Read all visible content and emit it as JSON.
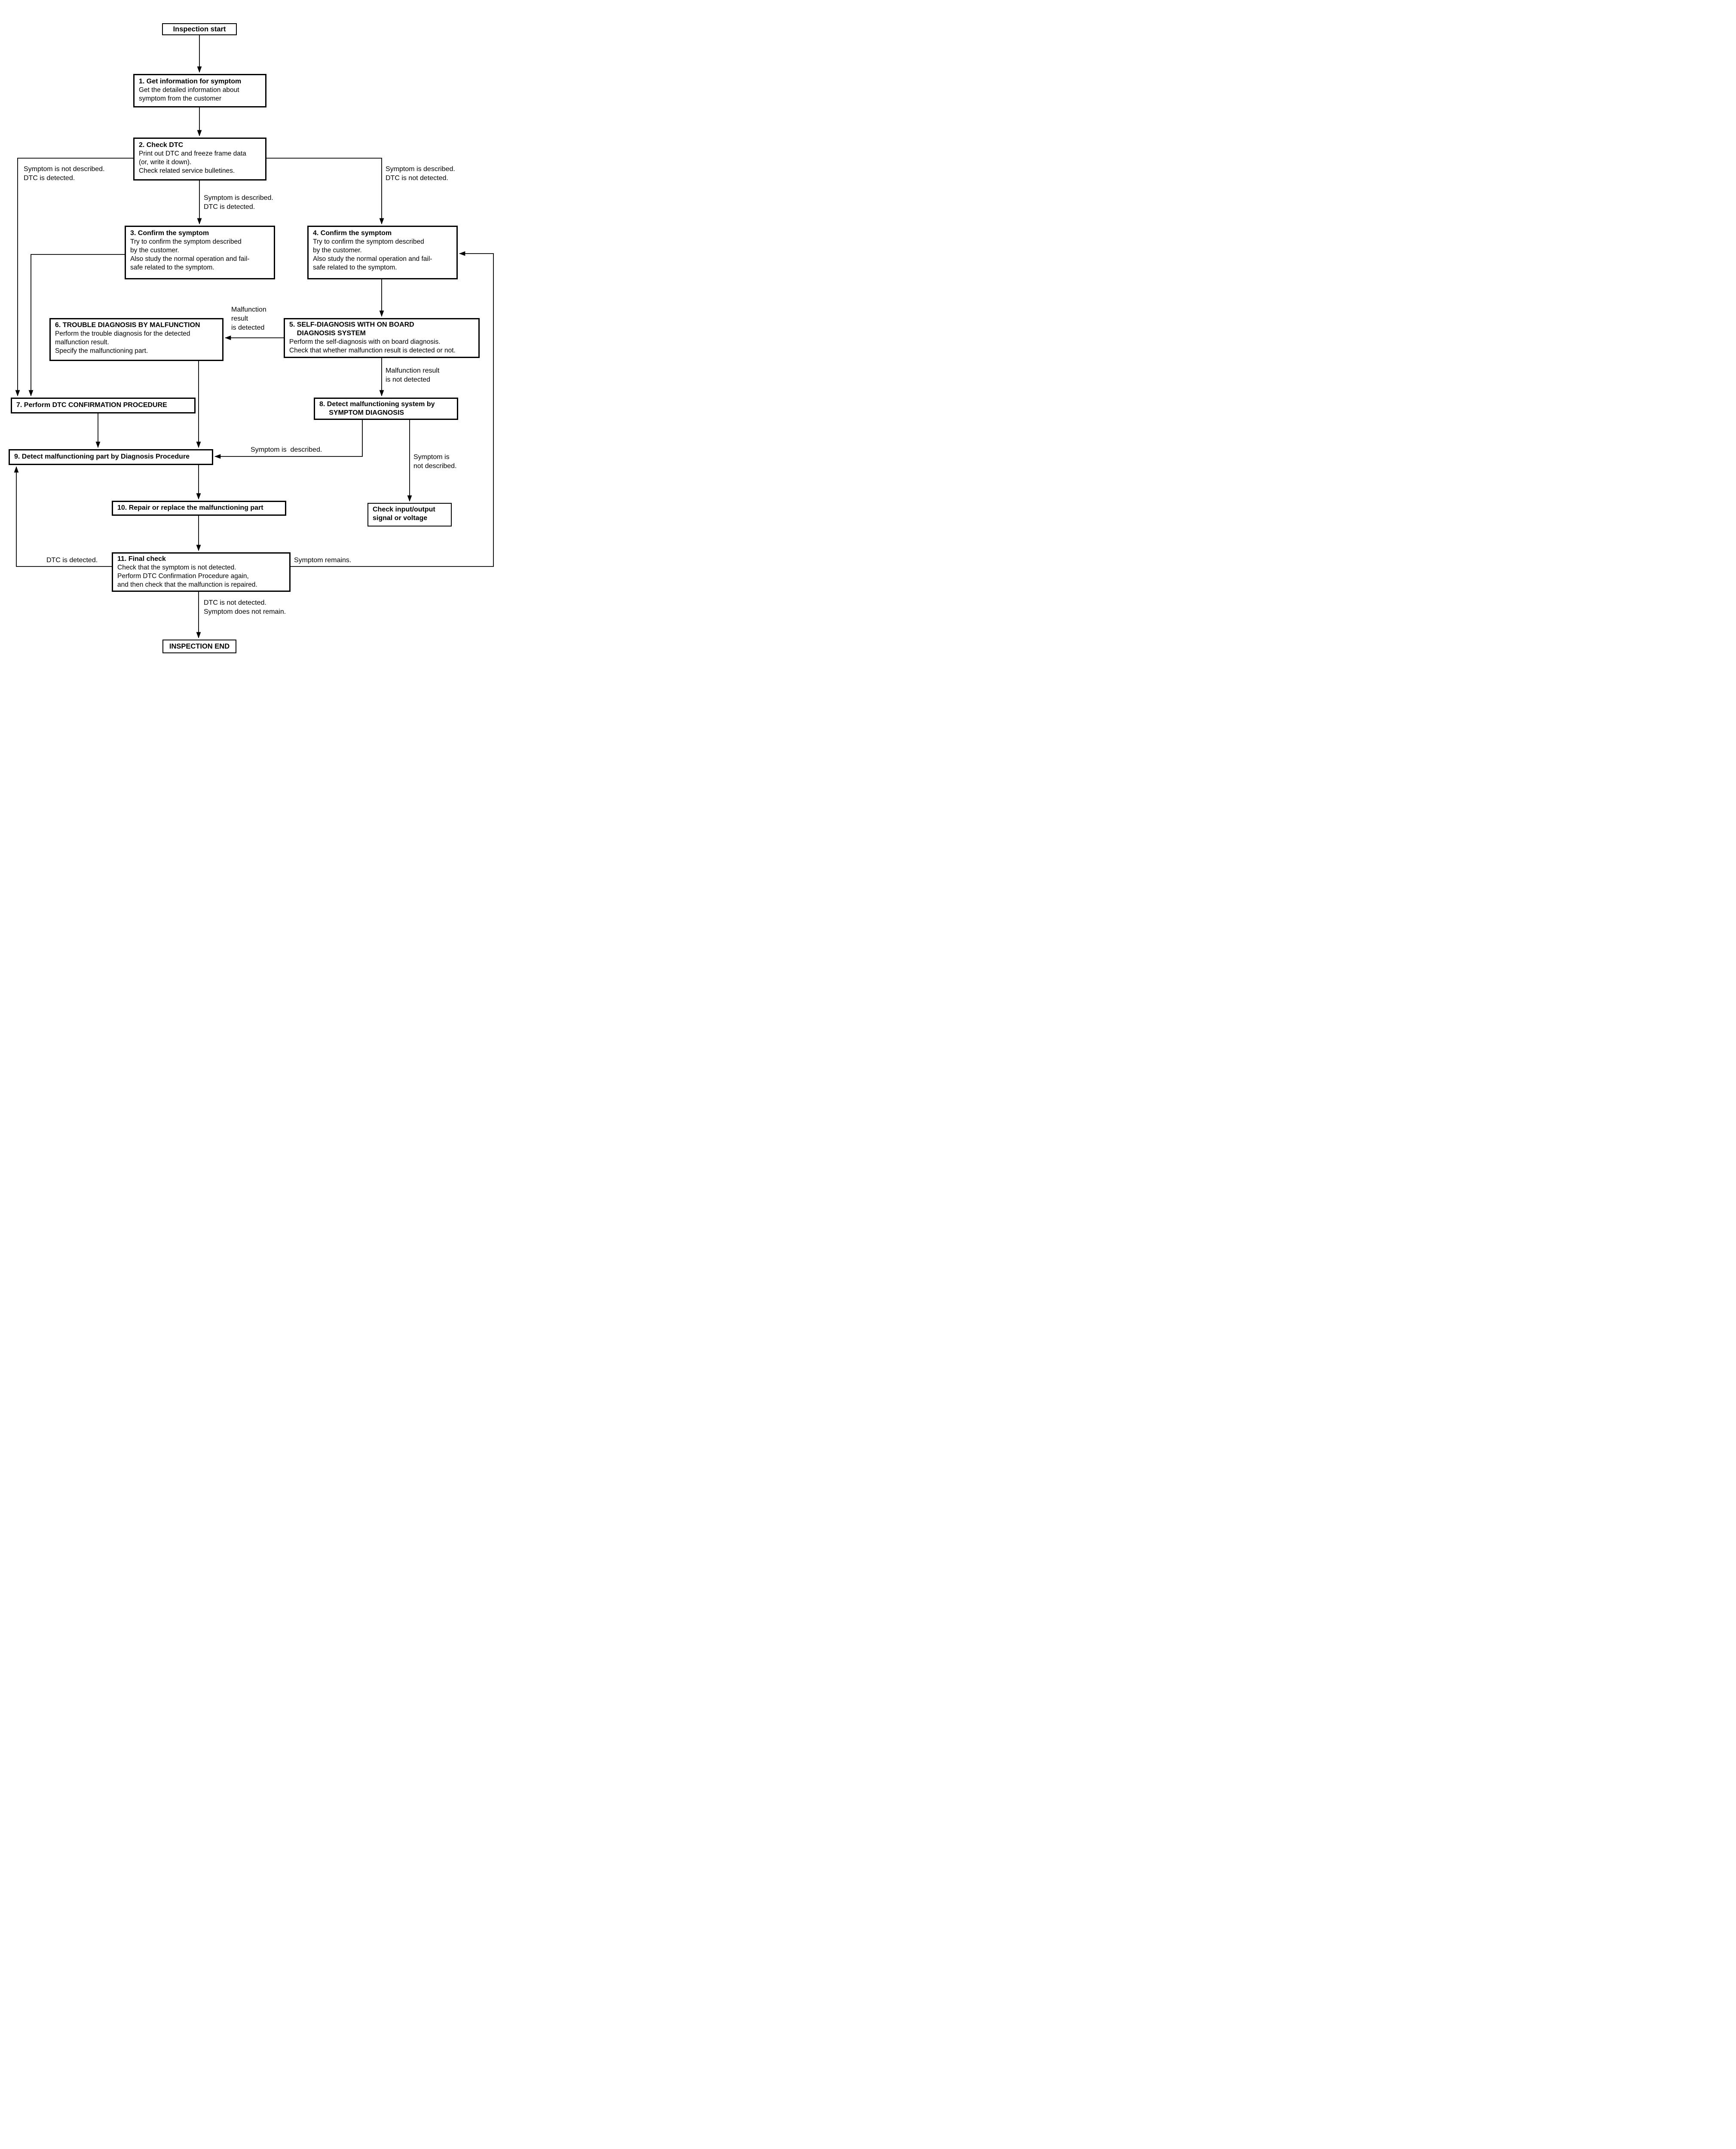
{
  "page": {
    "background_color": "#ffffff",
    "line_color": "#000000",
    "text_color": "#000000"
  },
  "nodes": {
    "start": {
      "label": "Inspection start"
    },
    "n1": {
      "title": "1. Get information for symptom",
      "body": "Get the detailed information about\nsymptom from the customer"
    },
    "n2": {
      "title": "2. Check DTC",
      "body": "Print out DTC and freeze frame data\n(or, write it down).\nCheck related service bulletines."
    },
    "n3": {
      "title": "3. Confirm the symptom",
      "body": "Try to confirm the symptom described\nby the customer.\nAlso study the normal operation and fail-\nsafe related to the symptom."
    },
    "n4": {
      "title": "4. Confirm the symptom",
      "body": "Try to confirm the symptom described\nby the customer.\nAlso study the normal operation and fail-\nsafe related to the symptom."
    },
    "n5": {
      "title": "5. SELF-DIAGNOSIS WITH ON BOARD\n    DIAGNOSIS SYSTEM",
      "body": "Perform the self-diagnosis with on board diagnosis.\nCheck that whether malfunction result is detected or not."
    },
    "n6": {
      "title": "6. TROUBLE DIAGNOSIS BY MALFUNCTION",
      "body": "Perform the trouble diagnosis for the detected\nmalfunction result.\nSpecify the malfunctioning part."
    },
    "n7": {
      "title": "7. Perform DTC CONFIRMATION PROCEDURE"
    },
    "n8": {
      "title": "8. Detect malfunctioning system by\n     SYMPTOM DIAGNOSIS"
    },
    "n9": {
      "title": "9. Detect malfunctioning part by Diagnosis Procedure"
    },
    "n10": {
      "title": "10. Repair or replace the malfunctioning part"
    },
    "n11": {
      "title": "11. Final check",
      "body": "Check that the symptom is not detected.\nPerform DTC Confirmation Procedure again,\nand then check that the malfunction is repaired."
    },
    "checkio": {
      "title": "Check input/output\nsignal or voltage"
    },
    "end": {
      "label": "INSPECTION END"
    }
  },
  "edge_labels": {
    "not_desc_detected": "Symptom is not described.\nDTC is detected.",
    "desc_detected": "Symptom is described.\nDTC is detected.",
    "desc_not_detected": "Symptom is described.\nDTC is not detected.",
    "malf_detected": "Malfunction\nresult\nis detected",
    "malf_not_detected": "Malfunction result\nis not detected",
    "symptom_described": "Symptom is  described.",
    "symptom_not_described": "Symptom is\nnot described.",
    "dtc_detected": "DTC is detected.",
    "symptom_remains": "Symptom remains.",
    "dtc_not_detected_no_remain": "DTC is not detected.\nSymptom does not remain."
  }
}
